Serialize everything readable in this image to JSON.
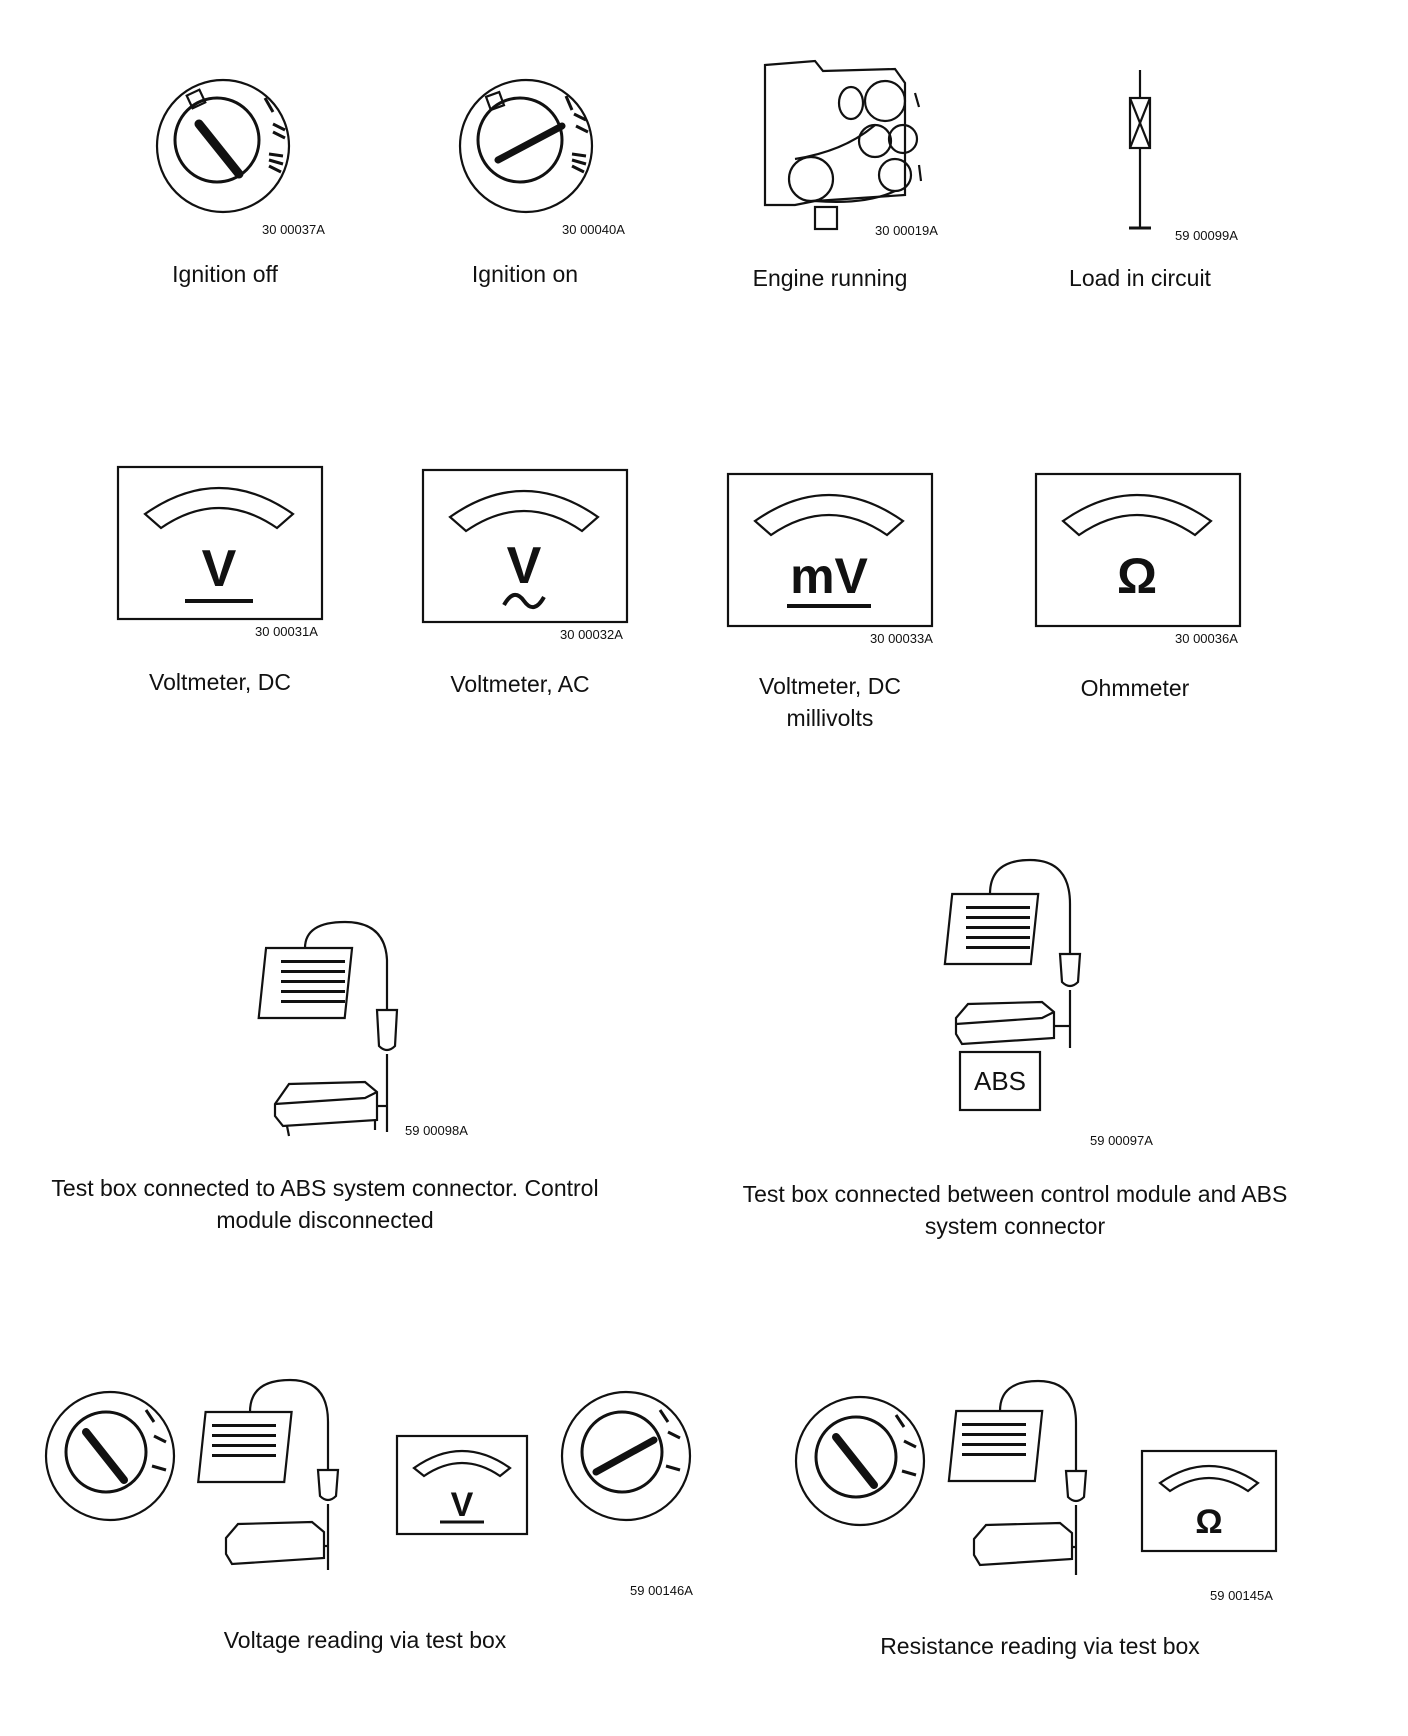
{
  "row1": {
    "ignition_off": {
      "id": "30 00037A",
      "caption": "Ignition off"
    },
    "ignition_on": {
      "id": "30 00040A",
      "caption": "Ignition on"
    },
    "engine_running": {
      "id": "30 00019A",
      "caption": "Engine running"
    },
    "load_in_circuit": {
      "id": "59 00099A",
      "caption": "Load in circuit"
    }
  },
  "row2": {
    "voltmeter_dc": {
      "id": "30 00031A",
      "caption": "Voltmeter, DC",
      "unit": "V"
    },
    "voltmeter_ac": {
      "id": "30 00032A",
      "caption": "Voltmeter, AC",
      "unit": "V"
    },
    "voltmeter_mv": {
      "id": "30 00033A",
      "caption_line1": "Voltmeter, DC",
      "caption_line2": "millivolts",
      "unit": "mV"
    },
    "ohmmeter": {
      "id": "30 00036A",
      "caption": "Ohmmeter",
      "unit": "Ω"
    }
  },
  "row3": {
    "test_box_connector": {
      "id": "59 00098A",
      "caption_line1": "Test box connected to ABS system connector.  Control",
      "caption_line2": "module disconnected"
    },
    "test_box_between": {
      "id": "59 00097A",
      "caption_line1": "Test box connected between control module and ABS",
      "caption_line2": "system connector",
      "label": "ABS"
    }
  },
  "row4": {
    "voltage_reading": {
      "id": "59 00146A",
      "caption": "Voltage reading via test box",
      "unit": "V"
    },
    "resistance_reading": {
      "id": "59 00145A",
      "caption": "Resistance reading via test box",
      "unit": "Ω"
    }
  }
}
